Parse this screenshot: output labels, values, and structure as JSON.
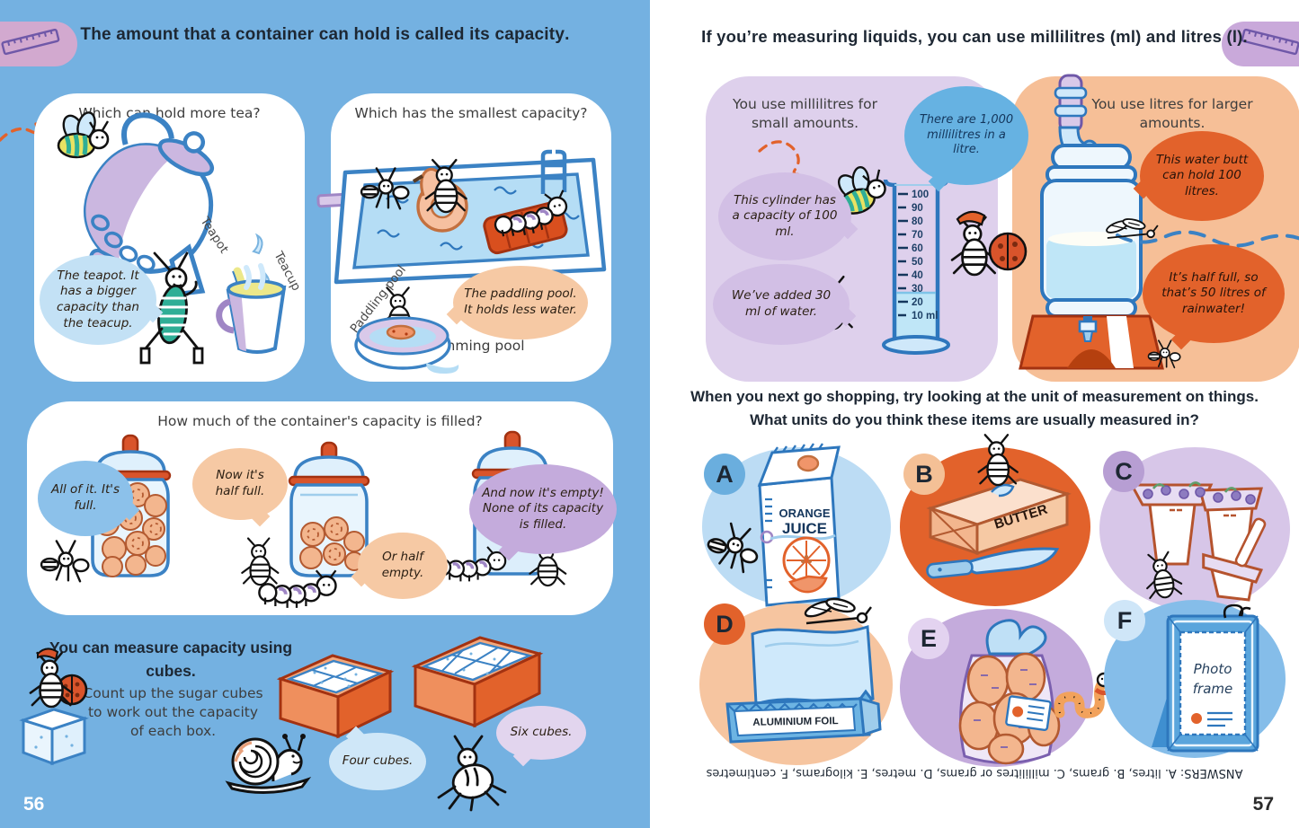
{
  "left_page": {
    "page_number": "56",
    "title": {
      "prefix": "The amount that a container can hold is called its ",
      "bold": "capacity",
      "suffix": "."
    },
    "panel_tea": {
      "question": "Which can hold more tea?",
      "teapot_label": "Teapot",
      "teacup_label": "Teacup",
      "bubble": "The teapot. It has a bigger capacity than the teacup."
    },
    "panel_pool": {
      "question": "Which has the smallest capacity?",
      "swimming_pool_label": "Swimming pool",
      "paddling_pool_label": "Paddling pool",
      "bubble": "The paddling pool. It holds less water."
    },
    "panel_jars": {
      "question": "How much of the container's capacity is filled?",
      "bubble_full": "All of it. It's full.",
      "bubble_half_full": "Now it's half full.",
      "bubble_half_empty": "Or half empty.",
      "bubble_empty": "And now it's empty! None of its capacity is filled."
    },
    "cubes_section": {
      "heading": "You can measure capacity using cubes.",
      "body": "Count up the sugar cubes to work out the capacity of each box.",
      "bubble_four": "Four cubes.",
      "bubble_six": "Six cubes."
    }
  },
  "right_page": {
    "page_number": "57",
    "title": "If you’re measuring liquids, you can use millilitres (ml) and litres (l).",
    "millilitres_panel": {
      "heading": "You use millilitres for small amounts.",
      "bubble_capacity": "This cylinder has a capacity of 100 ml.",
      "bubble_added": "We’ve added 30 ml of water.",
      "cylinder_ticks": [
        "100",
        "90",
        "80",
        "70",
        "60",
        "50",
        "40",
        "30",
        "20",
        "10 ml"
      ]
    },
    "litre_bubble": "There are 1,000 millilitres in a litre.",
    "litres_panel": {
      "heading": "You use litres for larger amounts.",
      "bubble_butt": "This water butt can hold 100 litres.",
      "bubble_half": "It’s half full, so that’s 50 litres of rainwater!"
    },
    "shopping": {
      "line1": "When you next go shopping, try looking at the unit of measurement on things.",
      "line2": "What units do you think these items are usually measured in?"
    },
    "items": [
      {
        "letter": "A",
        "name": "orange-juice-carton",
        "label1": "ORANGE",
        "label2": "JUICE"
      },
      {
        "letter": "B",
        "name": "butter-block",
        "label": "BUTTER"
      },
      {
        "letter": "C",
        "name": "yogurt-pots"
      },
      {
        "letter": "D",
        "name": "aluminium-foil",
        "label": "ALUMINIUM FOIL"
      },
      {
        "letter": "E",
        "name": "bag-of-potatoes"
      },
      {
        "letter": "F",
        "name": "photo-frame",
        "label1": "Photo",
        "label2": "frame"
      }
    ],
    "answers": "ANSWERS: A. litres, B. grams, C. millilitres or grams, D. metres, E. kilograms, F. centimetres"
  },
  "colors": {
    "page_blue": "#74b1e1",
    "accent_orange": "#e2622b",
    "peach": "#f6c9a4",
    "panel_purple": "#ded0ec",
    "panel_orange": "#f6bf97",
    "ink_blue": "#2e77bd",
    "water_blue": "#bfe6f7",
    "lilac": "#d9c9e9"
  }
}
